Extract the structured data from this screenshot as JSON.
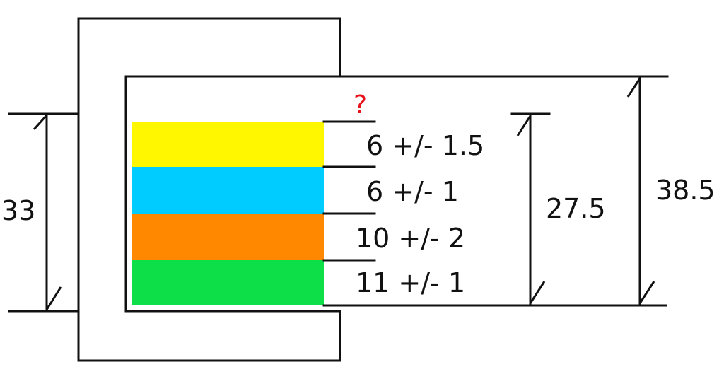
{
  "diagram": {
    "question_mark": "?",
    "layers": [
      {
        "name": "layer-1",
        "color": "#fff700",
        "label": "6 +/- 1.5"
      },
      {
        "name": "layer-2",
        "color": "#00ccff",
        "label": "6 +/- 1"
      },
      {
        "name": "layer-3",
        "color": "#ff8800",
        "label": "10 +/- 2"
      },
      {
        "name": "layer-4",
        "color": "#0cdf48",
        "label": "11 +/- 1"
      }
    ],
    "dimensions": {
      "left_opening": "33",
      "stack_height": "27.5",
      "total_height": "38.5"
    },
    "colors": {
      "line": "#111111",
      "question": "#e8141b",
      "background": "#ffffff"
    }
  }
}
